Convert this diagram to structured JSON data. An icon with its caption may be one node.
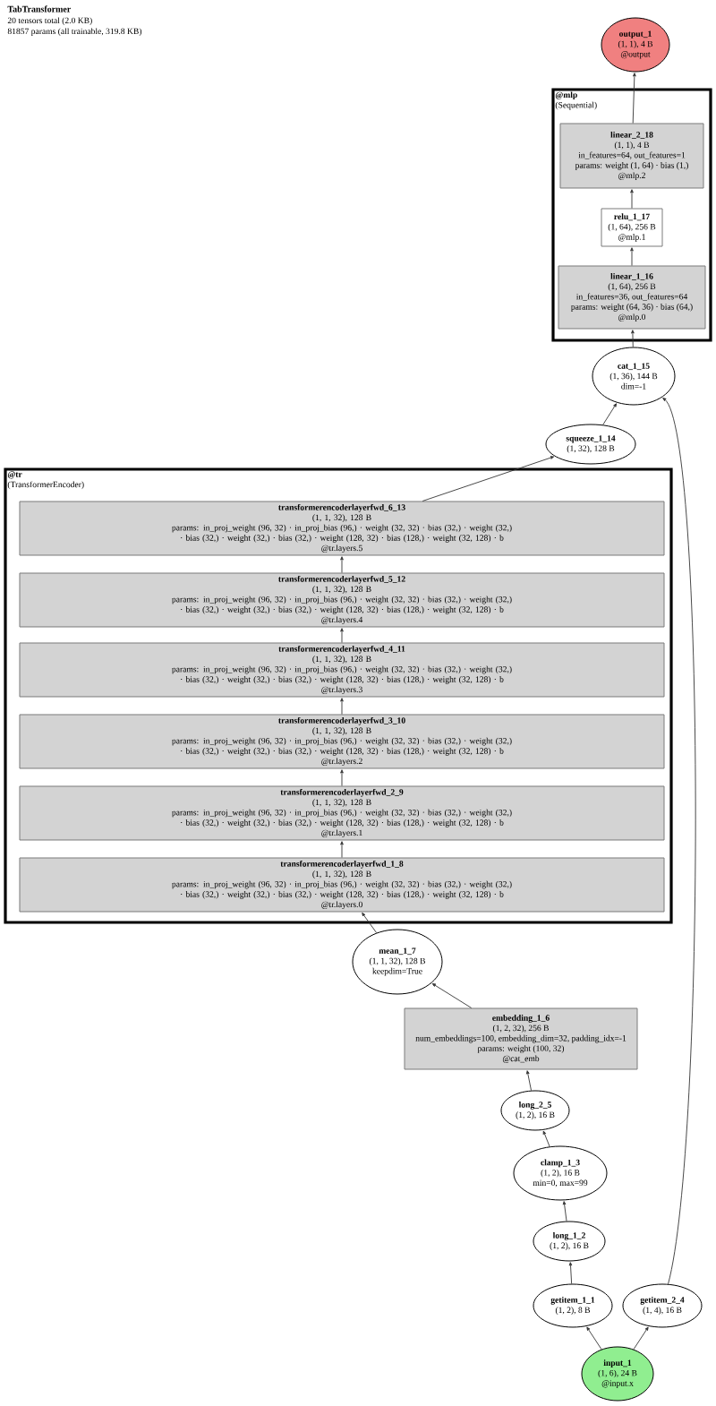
{
  "diagram": {
    "title": "TabTransformer",
    "nodes": [
      {
        "text": [
          "output_1",
          "(1, 1), 4 B",
          "@output"
        ]
      },
      {
        "text": [
          "@mlp",
          "(Sequential)"
        ]
      },
      {
        "text": [
          "linear_2_18",
          "(1, 1), 4 B",
          "in_features=64, out_features=1",
          "params: weight (1, 64) · bias (1,)",
          "@mlp.2"
        ],
        "in": 1
      },
      {
        "text": [
          "relu_1_17",
          "(1, 64), 256 B",
          "@mlp.1"
        ],
        "in": 1
      },
      {
        "text": [
          "linear_1_16",
          "(1, 64), 256 B",
          "in_features=36, out_features=64",
          "params: weight (64, 36) · bias (64,)",
          "@mlp.0"
        ],
        "in": 1
      },
      {
        "text": [
          "cat_1_15",
          "(1, 36), 144 B",
          "dim=-1"
        ]
      },
      {
        "text": [
          "squeeze_1_14",
          "(1, 32), 128 B"
        ]
      },
      {
        "text": [
          "@tr",
          "(TransformerEncoder)"
        ]
      },
      {
        "text": [
          "transformerencoderlayerfwd_6_13",
          "(1, 1, 32), 128 B",
          "params: in_proj_weight (96, 32) · in_proj_bias (96,) · weight (32, 32) · bias (32,) · weight (32,) · bias (32,) · weight (32,) · bias (32,) · weight (128, 32) · bias (128,) · weight (32, 128) · b",
          "@tr.layers.5"
        ],
        "in": 7
      },
      {
        "text": [
          "transformerencoderlayerfwd_5_12",
          "(1, 1, 32), 128 B",
          "params: in_proj_weight (96, 32) · in_proj_bias (96,) · weight (32, 32) · bias (32,) · weight (32,) · bias (32,) · weight (32,) · bias (32,) · weight (128, 32) · bias (128,) · weight (32, 128) · b",
          "@tr.layers.4"
        ],
        "in": 7
      },
      {
        "text": [
          "transformerencoderlayerfwd_4_11",
          "(1, 1, 32), 128 B",
          "params: in_proj_weight (96, 32) · in_proj_bias (96,) · weight (32, 32) · bias (32,) · weight (32,) · bias (32,) · weight (32,) · bias (32,) · weight (128, 32) · bias (128,) · weight (32, 128) · b",
          "@tr.layers.3"
        ],
        "in": 7
      },
      {
        "text": [
          "transformerencoderlayerfwd_3_10",
          "(1, 1, 32), 128 B",
          "params: in_proj_weight (96, 32) · in_proj_bias (96,) · weight (32, 32) · bias (32,) · weight (32,) · bias (32,) · weight (32,) · bias (32,) · weight (128, 32) · bias (128,) · weight (32, 128) · b",
          "@tr.layers.2"
        ],
        "in": 7
      },
      {
        "text": [
          "transformerencoderlayerfwd_2_9",
          "(1, 1, 32), 128 B",
          "params: in_proj_weight (96, 32) · in_proj_bias (96,) · weight (32, 32) · bias (32,) · weight (32,) · bias (32,) · weight (32,) · bias (32,) · weight (128, 32) · bias (128,) · weight (32, 128) · b",
          "@tr.layers.1"
        ],
        "in": 7
      },
      {
        "text": [
          "transformerencoderlayerfwd_1_8",
          "(1, 1, 32), 128 B",
          "params: in_proj_weight (96, 32) · in_proj_bias (96,) · weight (32, 32) · bias (32,) · weight (32,) · bias (32,) · weight (32,) · bias (32,) · weight (128, 32) · bias (128,) · weight (32, 128) · b",
          "@tr.layers.0"
        ],
        "in": 7
      },
      {
        "text": [
          "mean_1_7",
          "(1, 1, 32), 128 B",
          "keepdim=True"
        ]
      },
      {
        "text": [
          "embedding_1_6",
          "(1, 2, 32), 256 B",
          "num_embeddings=100, embedding_dim=32, padding_idx=-1",
          "params: weight (100, 32)",
          "@cat_emb"
        ]
      },
      {
        "text": [
          "long_2_5",
          "(1, 2), 16 B"
        ]
      },
      {
        "text": [
          "clamp_1_3",
          "(1, 2), 16 B",
          "min=0, max=99"
        ]
      },
      {
        "text": [
          "long_1_2",
          "(1, 2), 16 B"
        ]
      },
      {
        "text": [
          "getitem_1_1",
          "(1, 2), 8 B"
        ]
      },
      {
        "text": [
          "getitem_2_4",
          "(1, 4), 16 B"
        ]
      },
      {
        "text": [
          "input_1",
          "(1, 6), 24 B",
          "@input.x"
        ]
      }
    ],
    "edges": [
      {
        "from": 21,
        "to": 19,
        "arrow": "to"
      },
      {
        "from": 21,
        "to": 20,
        "arrow": "to"
      },
      {
        "from": 19,
        "to": 18,
        "arrow": "to"
      },
      {
        "from": 18,
        "to": 17,
        "arrow": "to"
      },
      {
        "from": 17,
        "to": 16,
        "arrow": "to"
      },
      {
        "from": 16,
        "to": 15,
        "arrow": "to"
      },
      {
        "from": 15,
        "to": 14,
        "arrow": "to"
      },
      {
        "from": 14,
        "to": 13,
        "arrow": "to"
      },
      {
        "from": 13,
        "to": 12,
        "arrow": "to"
      },
      {
        "from": 12,
        "to": 11,
        "arrow": "to"
      },
      {
        "from": 11,
        "to": 10,
        "arrow": "to"
      },
      {
        "from": 10,
        "to": 9,
        "arrow": "to"
      },
      {
        "from": 9,
        "to": 8,
        "arrow": "to"
      },
      {
        "from": 8,
        "to": 6,
        "arrow": "to"
      },
      {
        "from": 6,
        "to": 5,
        "arrow": "to"
      },
      {
        "from": 20,
        "to": 5,
        "arrow": "to"
      },
      {
        "from": 5,
        "to": 4,
        "arrow": "to"
      },
      {
        "from": 4,
        "to": 3,
        "arrow": "to"
      },
      {
        "from": 3,
        "to": 2,
        "arrow": "to"
      },
      {
        "from": 2,
        "to": 0,
        "arrow": "to"
      }
    ],
    "labels": [
      "20 tensors total (2.0 KB)",
      "81857 params (all trainable, 319.8 KB)"
    ]
  }
}
